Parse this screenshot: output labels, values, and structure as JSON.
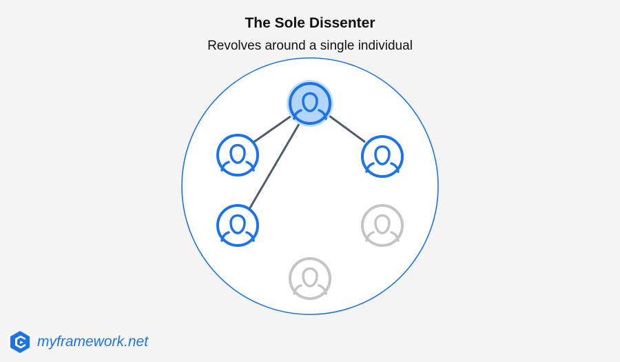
{
  "title": "The Sole Dissenter",
  "subtitle": "Revolves around a single individual",
  "brand": {
    "name": "myframework.net",
    "logo_icon": "brand-cube-icon"
  },
  "colors": {
    "accent": "#1a73e8",
    "highlight_fill": "#b3d4fb",
    "highlight_ring": "#c5dcf8",
    "inactive": "#c4c4c4",
    "connector": "#4f5b6b",
    "background": "#f4f4f4"
  },
  "nodes": [
    {
      "id": "center",
      "state": "highlighted",
      "icon": "person-icon"
    },
    {
      "id": "left-upper",
      "state": "active",
      "icon": "person-icon"
    },
    {
      "id": "right-upper",
      "state": "active",
      "icon": "person-icon"
    },
    {
      "id": "left-lower",
      "state": "active",
      "icon": "person-icon"
    },
    {
      "id": "right-lower",
      "state": "inactive",
      "icon": "person-icon"
    },
    {
      "id": "bottom",
      "state": "inactive",
      "icon": "person-icon"
    }
  ],
  "connections": [
    {
      "from": "center",
      "to": "left-upper"
    },
    {
      "from": "center",
      "to": "right-upper"
    },
    {
      "from": "center",
      "to": "left-lower"
    }
  ]
}
